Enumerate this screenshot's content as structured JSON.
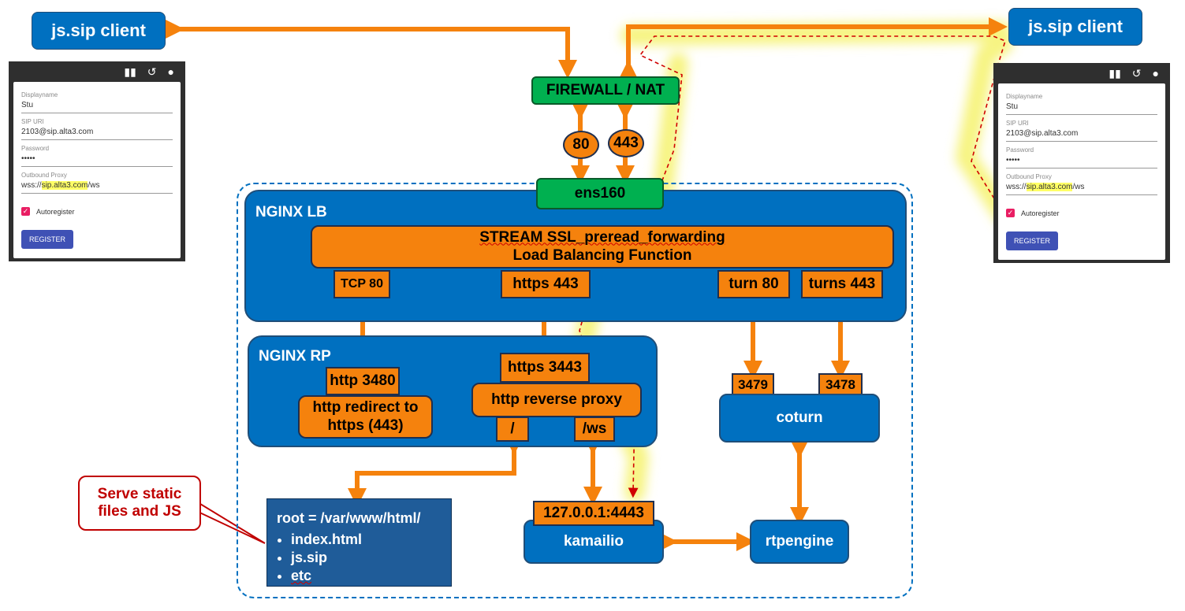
{
  "clients": {
    "left": {
      "label": "js.sip client"
    },
    "right": {
      "label": "js.sip client"
    }
  },
  "phone_form": {
    "displayname_label": "Displayname",
    "displayname_value": "Stu",
    "sip_uri_label": "SIP URI",
    "sip_uri_value": "2103@sip.alta3.com",
    "password_label": "Password",
    "password_value": "•••••",
    "outbound_proxy_label": "Outbound Proxy",
    "outbound_proxy_prefix": "wss://",
    "outbound_proxy_host": "sip.alta3.com",
    "outbound_proxy_suffix": "/ws",
    "autoregister_label": "Autoregister",
    "register_label": "REGISTER",
    "icons": [
      "camera-icon",
      "history-icon",
      "account-icon"
    ]
  },
  "firewall": {
    "label": "FIREWALL / NAT"
  },
  "ports": {
    "p80": "80",
    "p443": "443"
  },
  "ens": {
    "label": "ens160"
  },
  "nginx_lb": {
    "label": "NGINX LB",
    "stream_line1": "STREAM SSL_preread_forwarding",
    "stream_line2": "Load Balancing Function",
    "tcp80": "TCP 80",
    "https443": "https 443",
    "turn80": "turn 80",
    "turns443": "turns 443"
  },
  "nginx_rp": {
    "label": "NGINX RP",
    "http3480": "http 3480",
    "redirect_line1": "http redirect to",
    "redirect_line2": "https (443)",
    "https3443": "https 3443",
    "reverse_proxy": "http reverse proxy",
    "root_path": "/",
    "ws_path": "/ws"
  },
  "coturn": {
    "label": "coturn",
    "p3479": "3479",
    "p3478": "3478"
  },
  "kamailio": {
    "label": "kamailio",
    "addr": "127.0.0.1:4443"
  },
  "rtpengine": {
    "label": "rtpengine"
  },
  "static_files": {
    "root": "root = /var/www/html/",
    "items": [
      "index.html",
      "js.sip",
      "etc"
    ]
  },
  "callout": {
    "line1": "Serve static",
    "line2": "files and JS"
  },
  "colors": {
    "accent_blue": "#0070c0",
    "orange": "#f5820d",
    "green": "#00b050",
    "callout_red": "#c00000"
  }
}
